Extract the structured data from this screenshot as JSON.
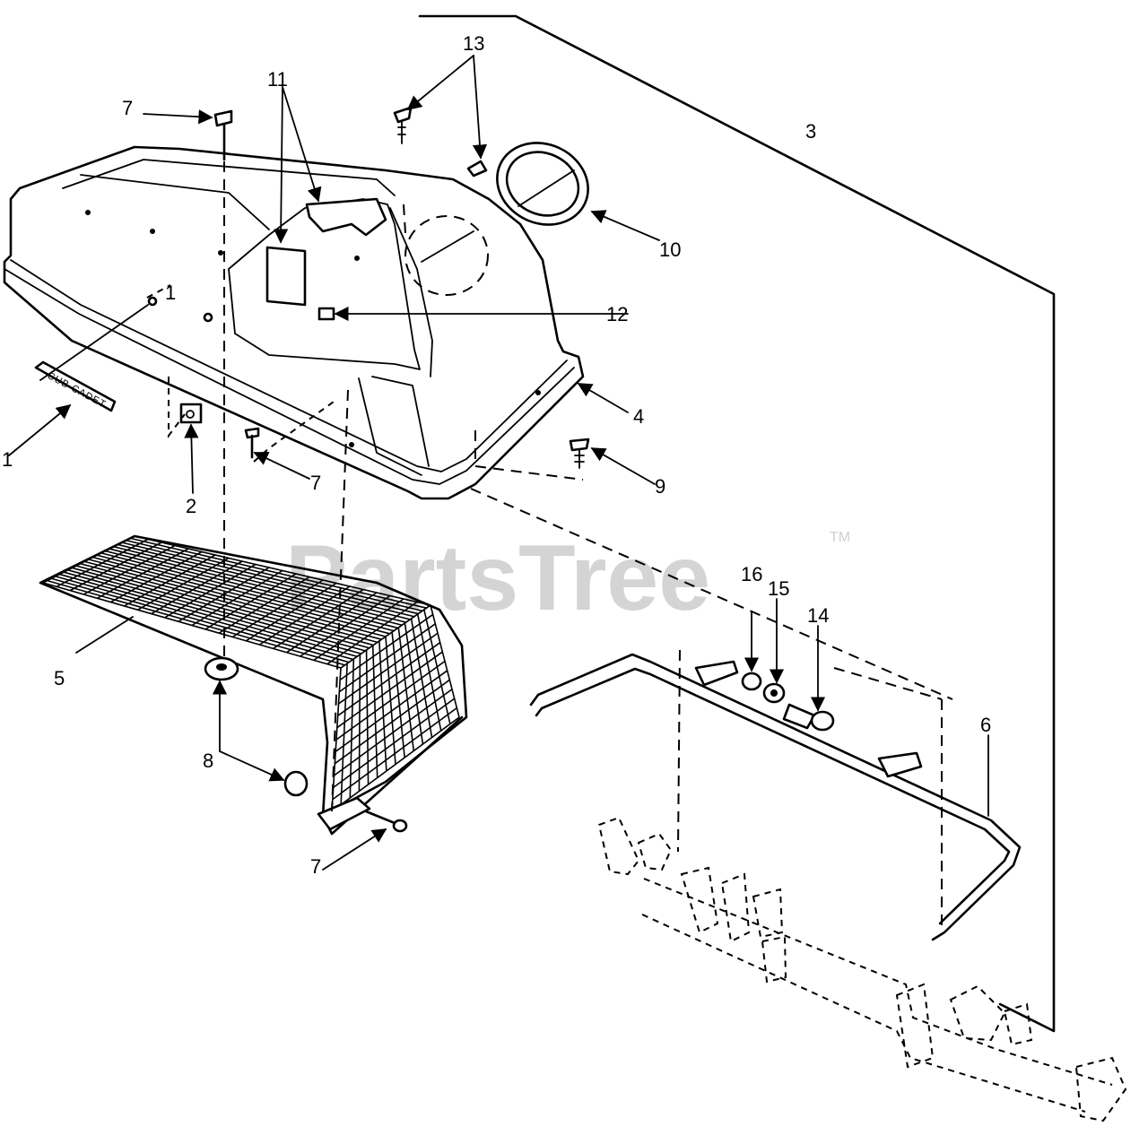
{
  "watermark": {
    "text": "PartsTree",
    "trademark": "TM"
  },
  "nameplate_text": "CUB CADET",
  "callouts": {
    "c1_top": "1",
    "c1_bottom": "1",
    "c2": "2",
    "c3": "3",
    "c4": "4",
    "c5": "5",
    "c6": "6",
    "c7_top": "7",
    "c7_mid": "7",
    "c7_bottom": "7",
    "c8": "8",
    "c9": "9",
    "c10": "10",
    "c11": "11",
    "c12": "12",
    "c13": "13",
    "c14": "14",
    "c15": "15",
    "c16": "16"
  }
}
